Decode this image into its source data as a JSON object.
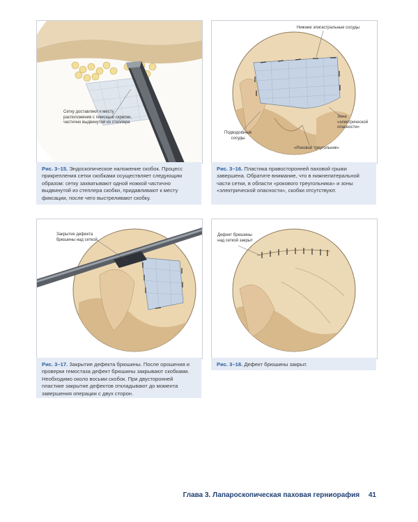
{
  "figures": [
    {
      "id": "3-15",
      "label": "Рис. 3–15.",
      "caption": "Эндоскопическое наложение скобок. Процесс прикрепления сетки скобками осуществляет следующим образом: сетку захватывают одной ножкой частично выдвинутой из степлера скобки, придавливают к месту фиксации, после чего выстреливают скобку.",
      "annotations": {
        "a1": [
          "Сетку доставляют к месту",
          "расположения с помощью скрепки,",
          "частично выдвинутой из степлера"
        ]
      }
    },
    {
      "id": "3-16",
      "label": "Рис. 3–16.",
      "caption": "Пластика правосторонней паховой грыжи завершена. Обратите внимание, что в нижнелатеральной части сетки, в области «рокового треугольника» и зоны «электрической опасности», скобки отсутствуют.",
      "annotations": {
        "a1": [
          "Нижние эпигастральные сосуды"
        ],
        "a2": [
          "Зона",
          "«электрической",
          "опасности»"
        ],
        "a3": [
          "Подвздошные",
          "сосуды"
        ],
        "a4": [
          "«Роковой треугольник»"
        ]
      }
    },
    {
      "id": "3-17",
      "label": "Рис. 3–17.",
      "caption": "Закрытие дефекта брюшины. После орошения и проверки гемостаза дефект брюшины закрывают скобками. Необходимо около восьми скобок. При двусторонней пластике закрытие дефектов откладывают до момента завершения операции с двух сторон.",
      "annotations": {
        "a1": [
          "Закрытие дефекта",
          "брюшины над сеткой"
        ]
      }
    },
    {
      "id": "3-18",
      "label": "Рис. 3–18.",
      "caption": "Дефект брюшины закрыт.",
      "annotations": {
        "a1": [
          "Дефект брюшины",
          "над сеткой закрыт"
        ]
      }
    }
  ],
  "footer": {
    "chapter": "Глава 3. Лапароскопическая паховая герниорафия",
    "page": "41"
  }
}
